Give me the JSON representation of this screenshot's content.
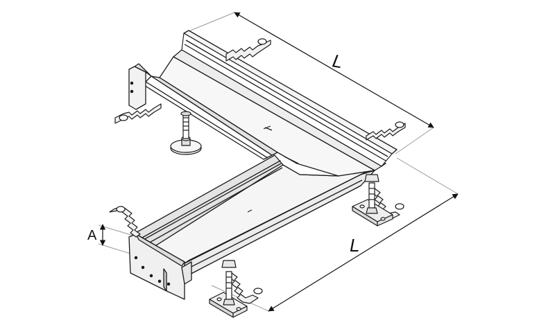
{
  "diagram": {
    "labels": {
      "length_top": "L",
      "length_bottom": "L",
      "height": "A"
    },
    "colors": {
      "stroke": "#1a1a1a",
      "dim_line": "#9a9a9a",
      "fill_light": "#f4f4f4",
      "fill_mid": "#e2e2e2",
      "fill_dark": "#c8c8c8"
    }
  }
}
